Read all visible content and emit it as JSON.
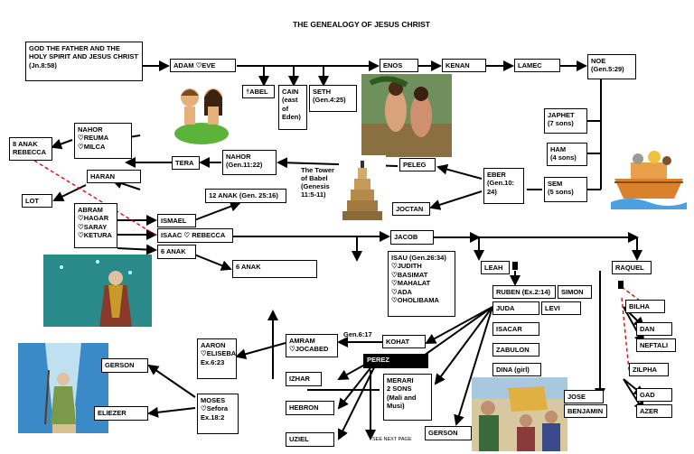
{
  "title": "THE GENEALOGY OF JESUS CHRIST",
  "nodes": {
    "god": "GOD THE FATHER AND THE\nHOLY SPIRIT AND JESUS CHRIST\n(Jn.8:58)",
    "adam": "ADAM ♡EVE",
    "abel": "†ABEL",
    "cain": "CAIN\n(east\nof\nEden)",
    "seth": "SETH\n(Gen.4:25)",
    "enos": "ENOS",
    "kenan": "KENAN",
    "lamec": "LAMEC",
    "noe": "NOE\n(Gen.5:29)",
    "japhet": "JAPHET\n(7 sons)",
    "ham": "HAM\n(4 sons)",
    "sem": "SEM\n(5 sons)",
    "eber": "EBER\n(Gen.10:\n24)",
    "peleg": "PELEG",
    "joctan": "JOCTAN",
    "tower": "The Tower\nof Babel\n(Genesis\n11:5-11)",
    "nahor2": "NAHOR\n(Gen.11:22)",
    "tera": "TERA",
    "nahor1": "NAHOR\n♡REUMA\n♡MILCA",
    "anak8": "8 ANAK\nREBECCA",
    "haran": "HARAN",
    "lot": "LOT",
    "abram": "ABRAM\n♡HAGAR\n♡SARAY\n♡KETURA",
    "ismael": "ISMAEL",
    "anak12": "12 ANAK (Gen. 25:16)",
    "isaac": "ISAAC ♡ REBECCA",
    "anak6a": "6 ANAK",
    "anak6b": "6 ANAK",
    "jacob": "JACOB",
    "isau": "ISAU (Gen.26:34)\n♡JUDITH\n♡BASIMAT\n♡MAHALAT\n♡ADA\n♡OHOLIBAMA",
    "leah": "LEAH",
    "raquel": "RAQUEL",
    "ruben": "RUBEN (Ex.2:14)",
    "simon": "SIMON",
    "juda": "JUDA",
    "levi": "LEVI",
    "isacar": "ISACAR",
    "zabulon": "ZABULON",
    "dina": "DINA (girl)",
    "jose": "JOSE",
    "benjamin": "BENJAMIN",
    "bilha": "BILHA",
    "dan": "DAN",
    "neftali": "NEFTALI",
    "zilpha": "ZILPHA",
    "gad": "GAD",
    "azer": "AZER",
    "kohat": "KOHAT",
    "gen617": "Gen.6:17",
    "amram": "AMRAM\n♡JOCABED",
    "aaron": "AARON\n♡ELISEBA\nEx.6:23",
    "moses": "MOSES\n♡Sefora\nEx.18:2",
    "gerson1": "GERSON",
    "eliezer": "ELIEZER",
    "perez": "PEREZ",
    "izhar": "IZHAR",
    "hebron": "HEBRON",
    "uziel": "UZIEL",
    "merari": "MERARI\n2 SONS\n(Mali and\nMusi)",
    "gerson2": "GERSON",
    "nextpage": "SEE NEXT PAGE"
  },
  "colors": {
    "red_dash": "#cc0000"
  },
  "icons": [
    "adam-eve-picture",
    "noah-ark-picture",
    "tower-of-babel-picture",
    "abraham-picture",
    "moses-sea-picture",
    "joseph-brothers-picture"
  ]
}
